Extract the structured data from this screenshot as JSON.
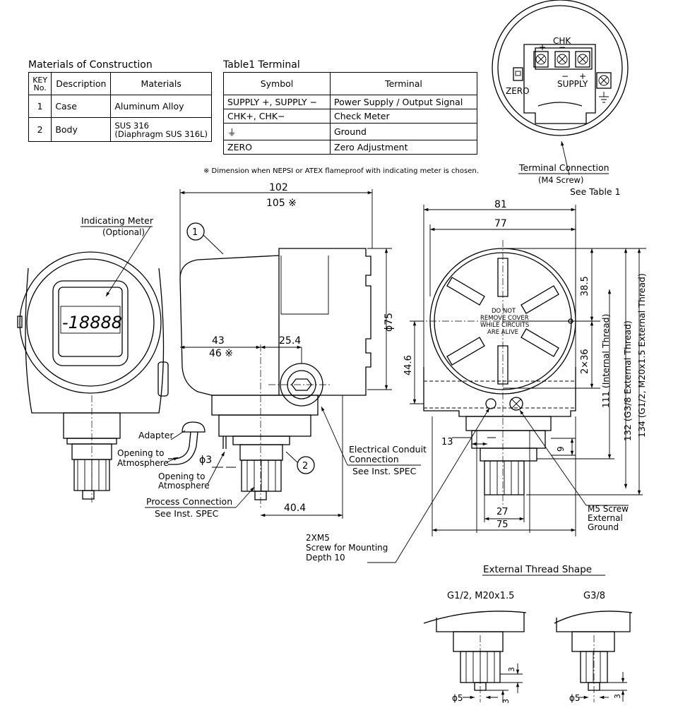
{
  "materials": {
    "title": "Materials of Construction",
    "headers": {
      "key": "KEY No.",
      "description": "Description",
      "materials": "Materials"
    },
    "rows": [
      {
        "key": "1",
        "description": "Case",
        "material": "Aluminum Alloy",
        "material2": ""
      },
      {
        "key": "2",
        "description": "Body",
        "material": "SUS 316",
        "material2": "(Diaphragm SUS 316L)"
      }
    ]
  },
  "terminal_table": {
    "title": "Table1 Terminal",
    "headers": {
      "symbol": "Symbol",
      "terminal": "Terminal"
    },
    "rows": [
      {
        "symbol": "SUPPLY +, SUPPLY −",
        "terminal": "Power Supply / Output Signal"
      },
      {
        "symbol": "CHK+, CHK−",
        "terminal": "Check Meter"
      },
      {
        "symbol": "⏚",
        "terminal": "Ground"
      },
      {
        "symbol": "ZERO",
        "terminal": "Zero Adjustment"
      }
    ]
  },
  "terminal_block": {
    "chk": "CHK",
    "plus": "+",
    "minus": "−",
    "supply": "SUPPLY",
    "zero": "ZERO"
  },
  "note": "※ Dimension when NEPSI or ATEX flameproof with indicating meter is chosen.",
  "terminal_connection": {
    "title": "Terminal Connection",
    "line2": "(M4 Screw)",
    "line3": "See Table 1"
  },
  "front_view": {
    "indicating_meter": "Indicating Meter",
    "optional": "(Optional)",
    "display": "-18888",
    "adapter": "Adapter",
    "opening1": "Opening to",
    "opening2": "Atmosphere"
  },
  "side_view": {
    "dim_102": "102",
    "dim_105": "105 ※",
    "dim_43": "43",
    "dim_46": "46 ※",
    "dim_25_4": "25.4",
    "dim_phi75": "ϕ75",
    "dim_phi3": "ϕ3",
    "dim_40_4": "40.4",
    "key1": "1",
    "key2": "2",
    "opening1": "Opening to",
    "opening2": "Atmosphere",
    "process1": "Process Connection",
    "process2": "See Inst. SPEC",
    "conduit1": "Electrical Conduit",
    "conduit2": "Connection",
    "conduit3": "See Inst. SPEC",
    "mount1": "2XM5",
    "mount2": "Screw for Mounting",
    "mount3": "Depth 10"
  },
  "rear_view": {
    "dim_81": "81",
    "dim_77": "77",
    "dim_38_5": "38.5",
    "dim_2x36": "2×36",
    "dim_44_6": "44.6",
    "dim_111": "111 (Internal Thread)",
    "dim_132": "132 (G3/8 External Thread)",
    "dim_134": "134 (G1/2, M20x1.5 External Thread)",
    "dim_13": "13",
    "dim_9": "9",
    "dim_27": "27",
    "dim_75": "75",
    "warning1": "DO NOT",
    "warning2": "REMOVE COVER",
    "warning3": "WHILE CIRCUITS",
    "warning4": "ARE ALIVE",
    "m5_1": "M5 Screw",
    "m5_2": "External",
    "m5_3": "Ground"
  },
  "thread_shape": {
    "title": "External Thread Shape",
    "left": "G1/2, M20x1.5",
    "right": "G3/8",
    "dim_3": "3",
    "dim_phi5": "ϕ5"
  }
}
